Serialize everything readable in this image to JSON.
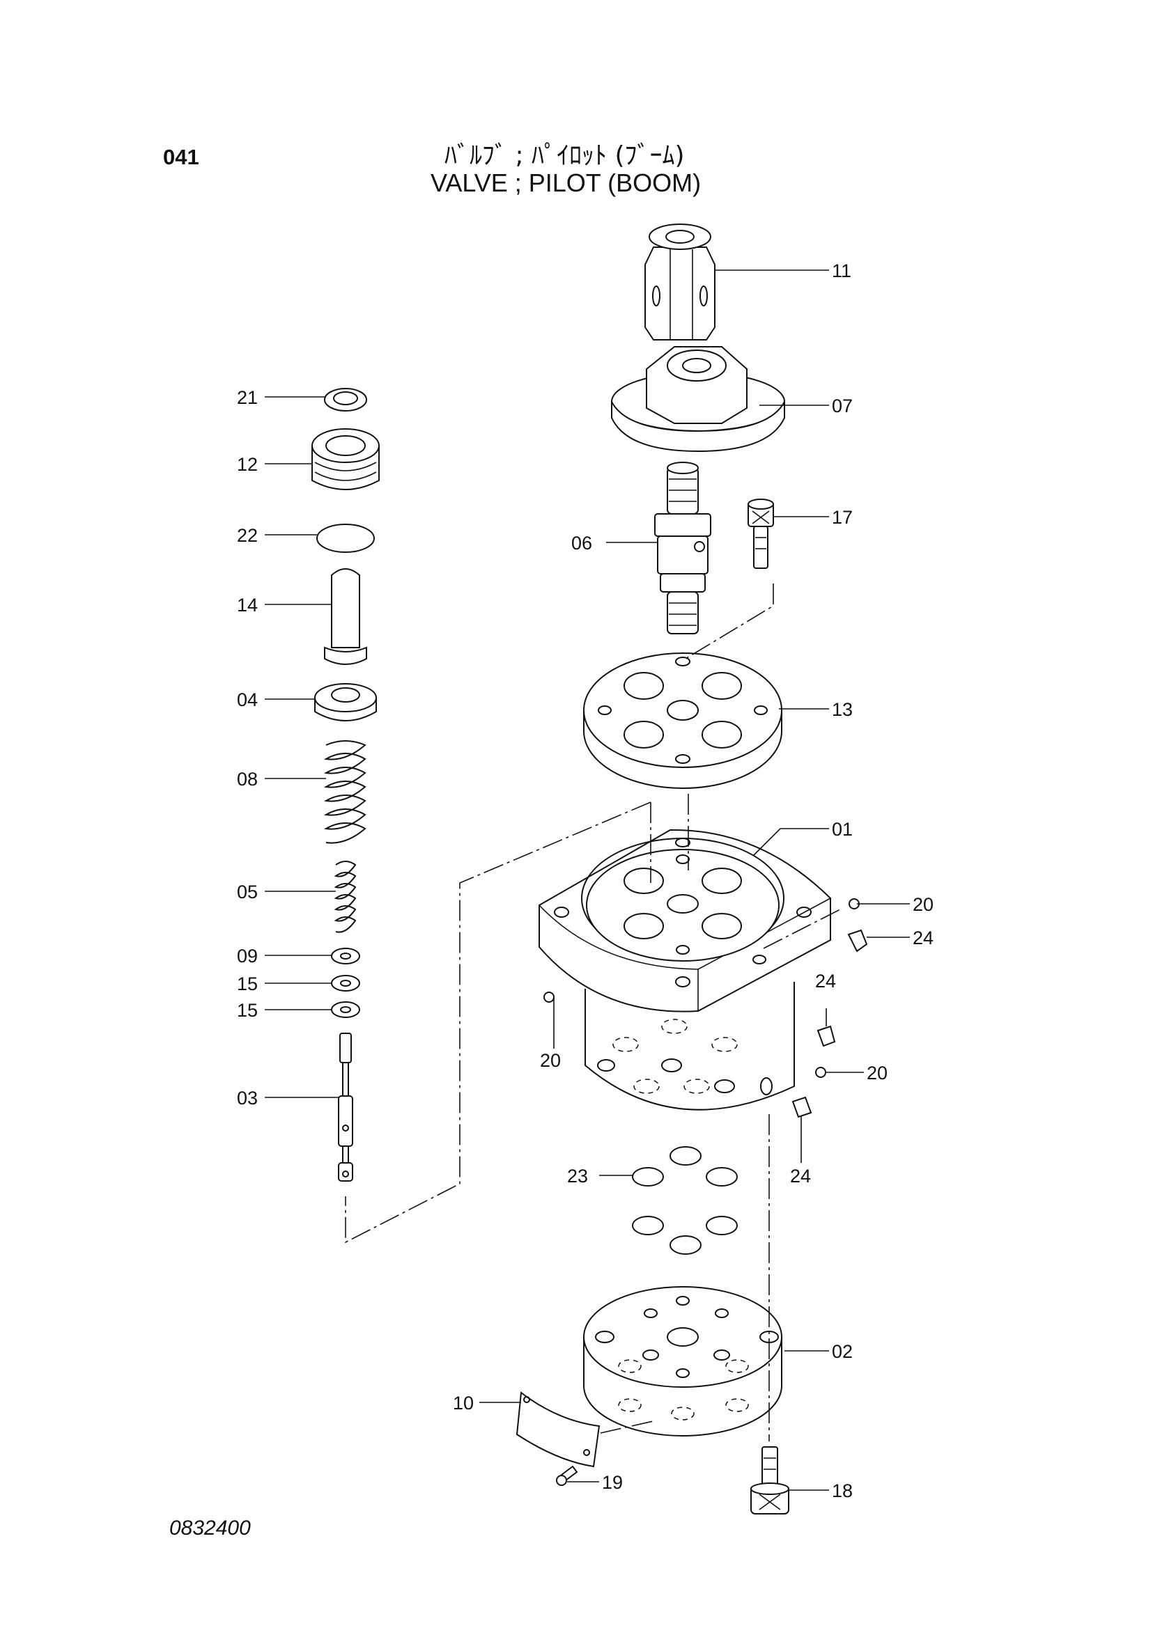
{
  "header": {
    "page_no": "041",
    "title_jp": "ﾊﾞﾙﾌﾞ ; ﾊﾟｲﾛｯﾄ (ﾌﾞｰﾑ)",
    "title_en": "VALVE ; PILOT (BOOM)"
  },
  "footer": {
    "doc_no": "0832400"
  },
  "callouts": {
    "c11": "11",
    "c07": "07",
    "c17": "17",
    "c06": "06",
    "c13": "13",
    "c01": "01",
    "c20a": "20",
    "c24a": "24",
    "c24b": "24",
    "c20b": "20",
    "c20c": "20",
    "c24c": "24",
    "c23": "23",
    "c02": "02",
    "c10": "10",
    "c19": "19",
    "c18": "18",
    "c21": "21",
    "c12": "12",
    "c22": "22",
    "c14": "14",
    "c04": "04",
    "c08": "08",
    "c05": "05",
    "c09": "09",
    "c15a": "15",
    "c15b": "15",
    "c03": "03"
  }
}
